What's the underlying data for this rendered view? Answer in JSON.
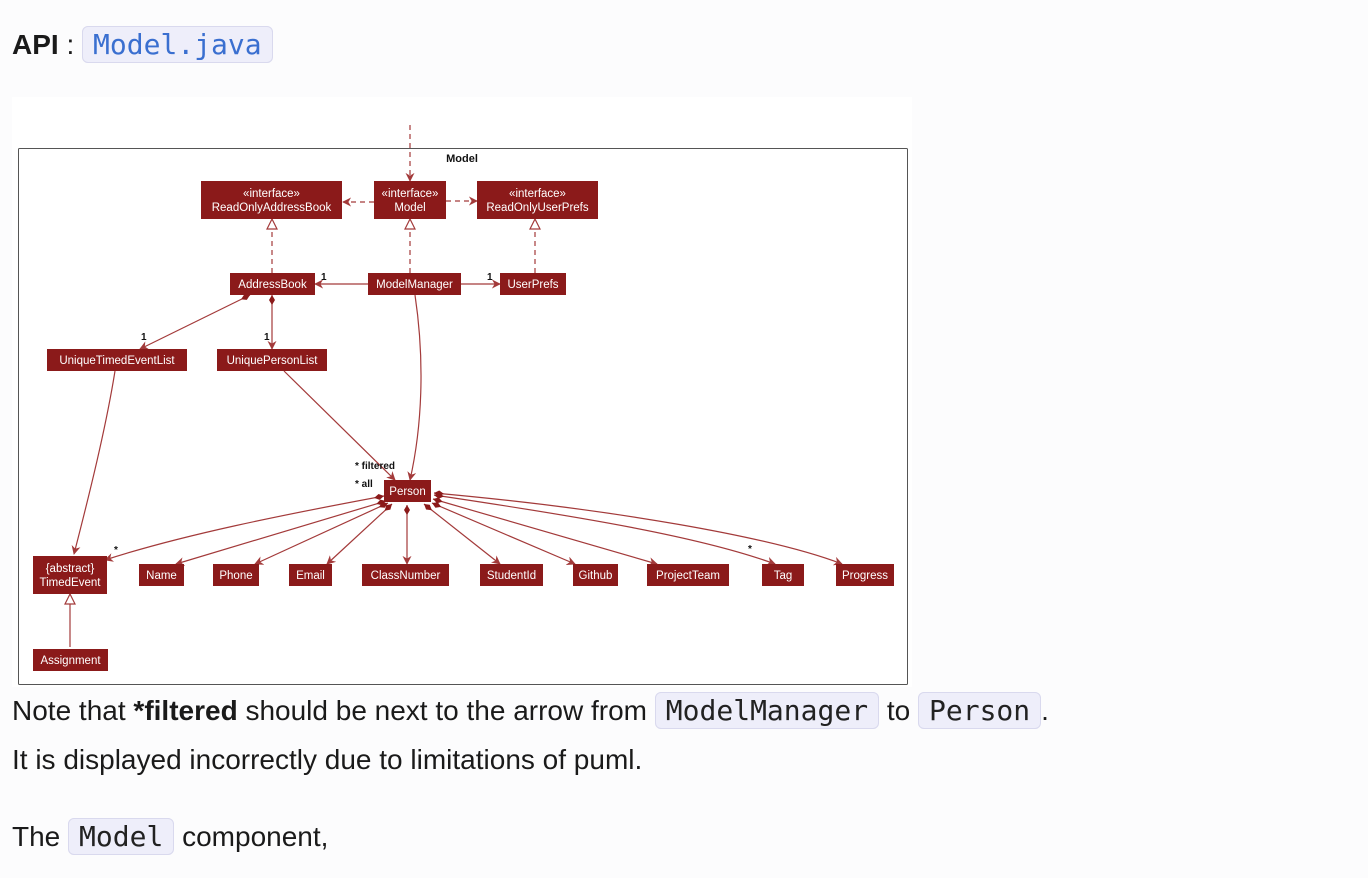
{
  "api": {
    "label": "API",
    "separator": ":",
    "file_link": "Model.java"
  },
  "diagram": {
    "package_title": "Model",
    "nodes": {
      "roab": {
        "stereo": "«interface»",
        "name": "ReadOnlyAddressBook"
      },
      "model": {
        "stereo": "«interface»",
        "name": "Model"
      },
      "roup": {
        "stereo": "«interface»",
        "name": "ReadOnlyUserPrefs"
      },
      "addressbook": {
        "name": "AddressBook"
      },
      "modelmanager": {
        "name": "ModelManager"
      },
      "userprefs": {
        "name": "UserPrefs"
      },
      "utel": {
        "name": "UniqueTimedEventList"
      },
      "upl": {
        "name": "UniquePersonList"
      },
      "person": {
        "name": "Person"
      },
      "timedevent": {
        "stereo": "{abstract}",
        "name": "TimedEvent"
      },
      "name": {
        "name": "Name"
      },
      "phone": {
        "name": "Phone"
      },
      "email": {
        "name": "Email"
      },
      "classnumber": {
        "name": "ClassNumber"
      },
      "studentid": {
        "name": "StudentId"
      },
      "github": {
        "name": "Github"
      },
      "projectteam": {
        "name": "ProjectTeam"
      },
      "tag": {
        "name": "Tag"
      },
      "progress": {
        "name": "Progress"
      },
      "assignment": {
        "name": "Assignment"
      }
    },
    "multiplicities": {
      "addressbook": "1",
      "userprefs": "1",
      "utel": "1",
      "upl": "1",
      "filtered": "* filtered",
      "all": "* all",
      "timedevent": "*",
      "tag": "*"
    },
    "colors": {
      "node_fill": "#8b1a1a",
      "edge": "#a33a3a",
      "node_text": "#ffffff"
    }
  },
  "note": {
    "prefix": "Note that",
    "bold": "*filtered",
    "middle": "should be next to the arrow from",
    "code1": "ModelManager",
    "to": "to",
    "code2": "Person",
    "end": ".",
    "line2": "It is displayed incorrectly due to limitations of puml."
  },
  "component": {
    "prefix": "The",
    "code": "Model",
    "suffix": "component,"
  }
}
